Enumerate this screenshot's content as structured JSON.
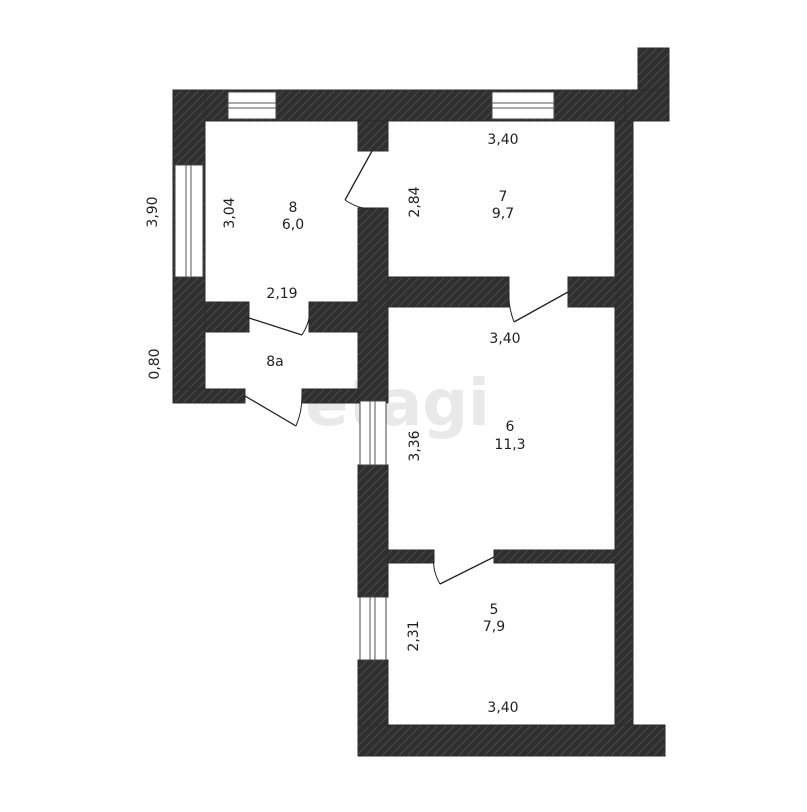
{
  "watermark": "etagi",
  "colors": {
    "wall_fill": "#2f2f2f",
    "wall_hatch": "#4a4a4a",
    "background": "#ffffff"
  },
  "rooms": [
    {
      "id": "8",
      "number": "8",
      "area": "6,0"
    },
    {
      "id": "7",
      "number": "7",
      "area": "9,7"
    },
    {
      "id": "8a",
      "number": "8а",
      "area": ""
    },
    {
      "id": "6",
      "number": "6",
      "area": "11,3"
    },
    {
      "id": "5",
      "number": "5",
      "area": "7,9"
    }
  ],
  "dimensions": {
    "outer_left_upper": "3,90",
    "outer_left_lower": "0,80",
    "room8_height": "3,04",
    "room8_width": "2,19",
    "room7_width": "3,40",
    "room7_height": "2,84",
    "room6_width": "3,40",
    "room6_height": "3,36",
    "room5_height": "2,31",
    "room5_width": "3,40"
  }
}
